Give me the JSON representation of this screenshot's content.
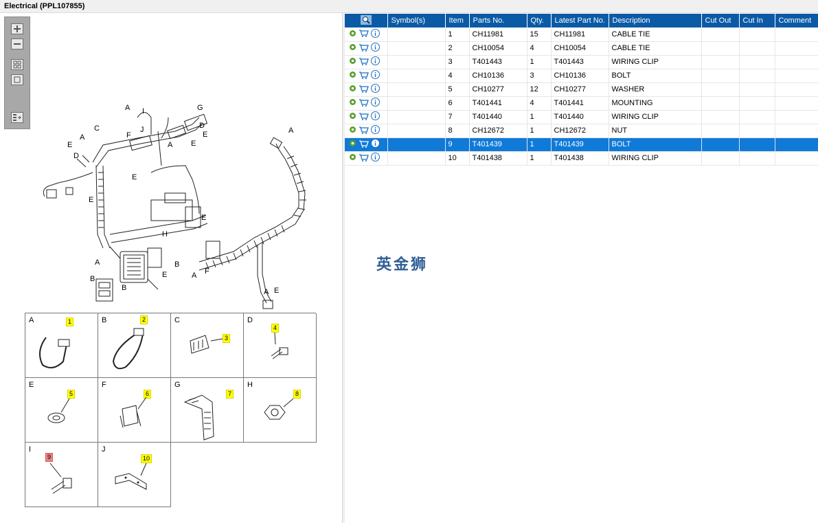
{
  "window": {
    "title": "Electrical (PPL107855)"
  },
  "toolbar": {
    "buttons": [
      {
        "name": "zoom-in-button",
        "icon": "plus-icon"
      },
      {
        "name": "zoom-out-button",
        "icon": "minus-icon"
      },
      {
        "name": "fit-all-button",
        "icon": "grid-icon"
      },
      {
        "name": "actual-size-button",
        "icon": "square-icon"
      },
      {
        "name": "list-toggle-button",
        "icon": "list-arrow-icon"
      }
    ]
  },
  "diagram": {
    "callouts": [
      "A",
      "I",
      "G",
      "C",
      "J",
      "D",
      "A",
      "F",
      "E",
      "E",
      "D",
      "A",
      "E",
      "E",
      "E",
      "A",
      "E",
      "H",
      "A",
      "B",
      "B",
      "E",
      "A",
      "F",
      "B",
      "A",
      "E"
    ]
  },
  "legend": [
    {
      "letter": "A",
      "num": "1"
    },
    {
      "letter": "B",
      "num": "2"
    },
    {
      "letter": "C",
      "num": "3"
    },
    {
      "letter": "D",
      "num": "4"
    },
    {
      "letter": "E",
      "num": "5"
    },
    {
      "letter": "F",
      "num": "6"
    },
    {
      "letter": "G",
      "num": "7"
    },
    {
      "letter": "H",
      "num": "8"
    },
    {
      "letter": "I",
      "num": "9"
    },
    {
      "letter": "J",
      "num": "10"
    }
  ],
  "table": {
    "headers": [
      "",
      "Symbol(s)",
      "Item",
      "Parts No.",
      "Qty.",
      "Latest Part No.",
      "Description",
      "Cut Out",
      "Cut In",
      "Comment"
    ],
    "rows": [
      {
        "item": "1",
        "part": "CH11981",
        "qty": "15",
        "latest": "CH11981",
        "desc": "CABLE TIE"
      },
      {
        "item": "2",
        "part": "CH10054",
        "qty": "4",
        "latest": "CH10054",
        "desc": "CABLE TIE"
      },
      {
        "item": "3",
        "part": "T401443",
        "qty": "1",
        "latest": "T401443",
        "desc": "WIRING CLIP"
      },
      {
        "item": "4",
        "part": "CH10136",
        "qty": "3",
        "latest": "CH10136",
        "desc": "BOLT"
      },
      {
        "item": "5",
        "part": "CH10277",
        "qty": "12",
        "latest": "CH10277",
        "desc": "WASHER"
      },
      {
        "item": "6",
        "part": "T401441",
        "qty": "4",
        "latest": "T401441",
        "desc": "MOUNTING"
      },
      {
        "item": "7",
        "part": "T401440",
        "qty": "1",
        "latest": "T401440",
        "desc": "WIRING CLIP"
      },
      {
        "item": "8",
        "part": "CH12672",
        "qty": "1",
        "latest": "CH12672",
        "desc": "NUT"
      },
      {
        "item": "9",
        "part": "T401439",
        "qty": "1",
        "latest": "T401439",
        "desc": "BOLT"
      },
      {
        "item": "10",
        "part": "T401438",
        "qty": "1",
        "latest": "T401438",
        "desc": "WIRING CLIP"
      }
    ],
    "selected_item": "9"
  },
  "watermark": "英金狮",
  "colors": {
    "header": "#0b5aa6",
    "selected": "#0f7ad8",
    "highlight": "#ffff00"
  }
}
